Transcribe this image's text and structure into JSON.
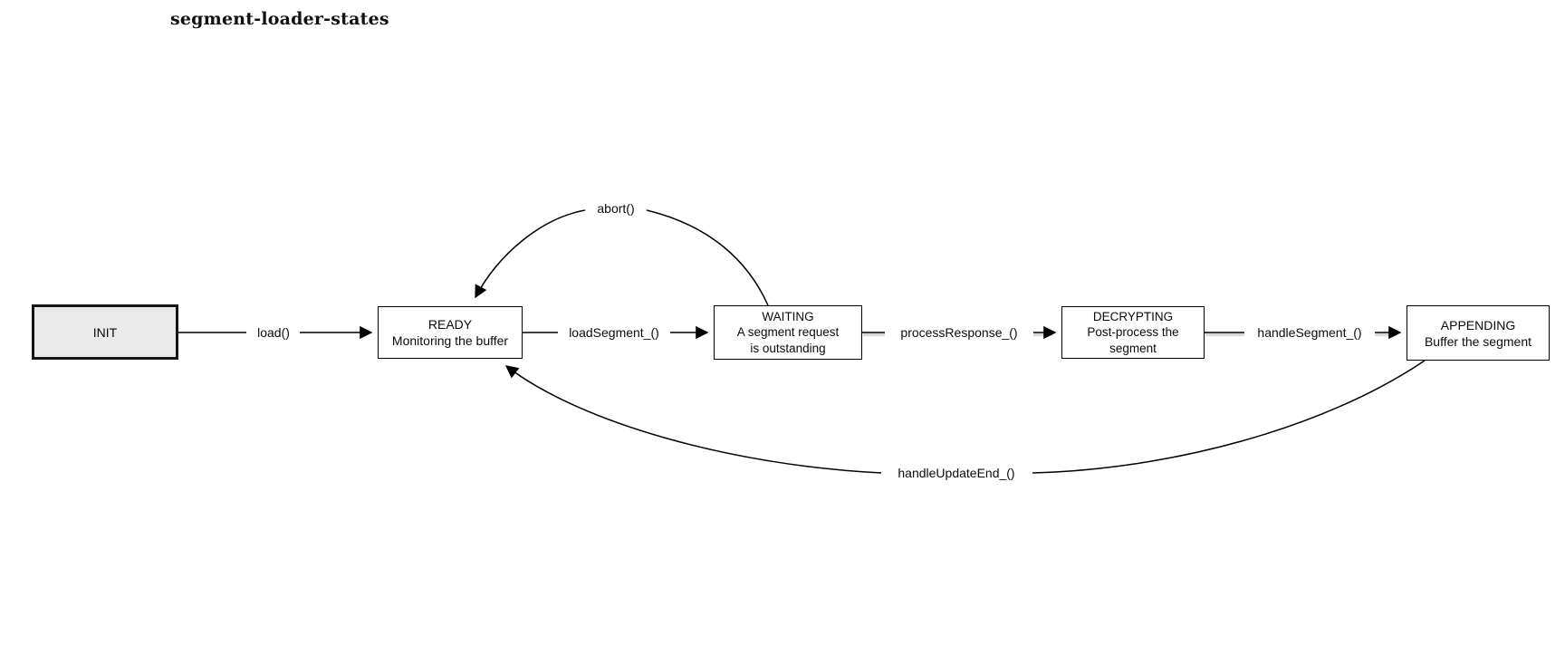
{
  "title": "segment-loader-states",
  "diagram": {
    "states": [
      {
        "id": "init",
        "name": "INIT",
        "desc_lines": []
      },
      {
        "id": "ready",
        "name": "READY",
        "desc_lines": [
          "Monitoring the buffer"
        ]
      },
      {
        "id": "waiting",
        "name": "WAITING",
        "desc_lines": [
          "A segment request",
          "is outstanding"
        ]
      },
      {
        "id": "decrypting",
        "name": "DECRYPTING",
        "desc_lines": [
          "Post-process the",
          "segment"
        ]
      },
      {
        "id": "appending",
        "name": "APPENDING",
        "desc_lines": [
          "Buffer the segment"
        ]
      }
    ],
    "transitions": [
      {
        "from": "INIT",
        "to": "READY",
        "label": "load()"
      },
      {
        "from": "READY",
        "to": "WAITING",
        "label": "loadSegment_()"
      },
      {
        "from": "WAITING",
        "to": "DECRYPTING",
        "label": "processResponse_()"
      },
      {
        "from": "DECRYPTING",
        "to": "APPENDING",
        "label": "handleSegment_()"
      },
      {
        "from": "WAITING",
        "to": "READY",
        "label": "abort()"
      },
      {
        "from": "APPENDING",
        "to": "READY",
        "label": "handleUpdateEnd_()"
      }
    ],
    "colors": {
      "background": "#ffffff",
      "line": "#000000",
      "line_shadow": "#d9d9d9",
      "box_border": "#000000",
      "init_fill": "#e9e9e9",
      "text": "#0b0b0b"
    }
  }
}
